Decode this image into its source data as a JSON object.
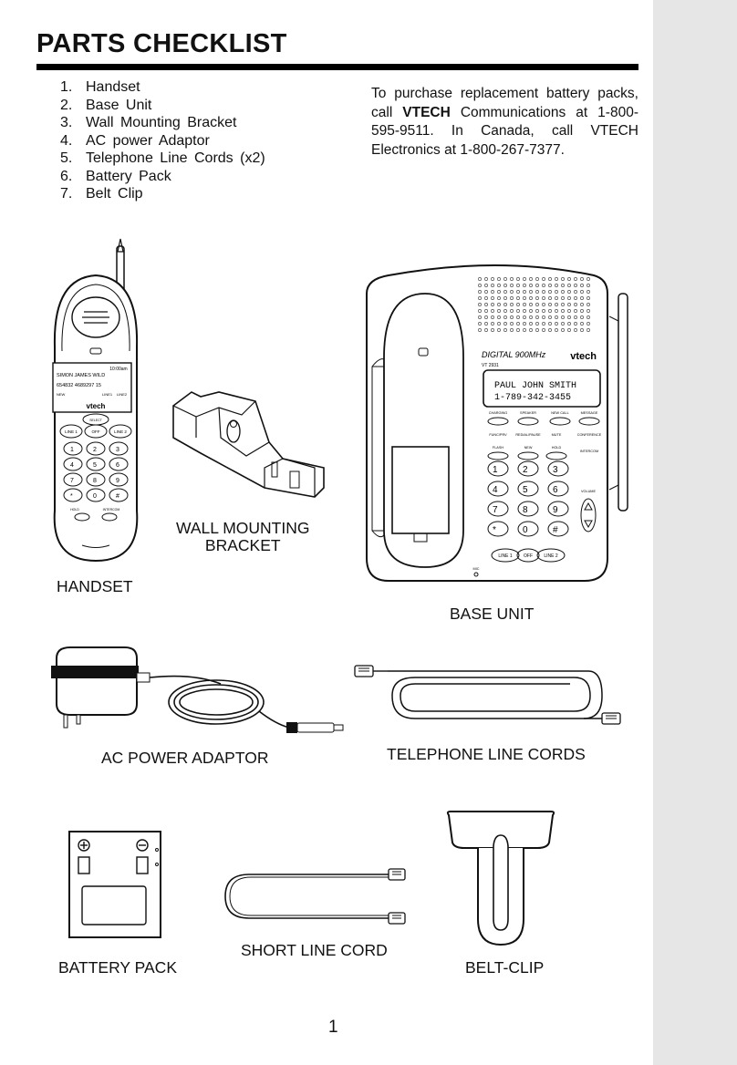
{
  "heading": "PARTS CHECKLIST",
  "checklist": [
    {
      "num": "1.",
      "label": "Handset"
    },
    {
      "num": "2.",
      "label": "Base Unit"
    },
    {
      "num": "3.",
      "label": "Wall Mounting Bracket"
    },
    {
      "num": "4.",
      "label": "AC power Adaptor"
    },
    {
      "num": "5.",
      "label": "Telephone Line Cords (x2)"
    },
    {
      "num": "6.",
      "label": "Battery Pack"
    },
    {
      "num": "7.",
      "label": "Belt Clip"
    }
  ],
  "purchase_note": {
    "part1": "To purchase replacement battery packs, call ",
    "brand": "VTECH",
    "part2": " Communications at 1-800-595-9511. In Canada, call VTECH Electronics at 1-800-267-7377."
  },
  "captions": {
    "handset": "HANDSET",
    "wall_bracket_line1": "WALL MOUNTING",
    "wall_bracket_line2": "BRACKET",
    "base_unit": "BASE UNIT",
    "ac_adaptor": "AC POWER ADAPTOR",
    "line_cords": "TELEPHONE LINE CORDS",
    "battery_pack": "BATTERY PACK",
    "short_cord": "SHORT LINE CORD",
    "belt_clip": "BELT-CLIP"
  },
  "handset_display": {
    "time": "10:00am",
    "name": "SIMON JAMES WILD",
    "number": "654832 4689297 15",
    "status_new": "NEW",
    "status_line1": "LINE1",
    "status_line2": "LINE2",
    "brand": "vtech",
    "select": "SELECT",
    "line1": "LINE 1",
    "off": "OFF",
    "line2": "LINE 2",
    "keys": [
      "1",
      "2",
      "3",
      "4",
      "5",
      "6",
      "7",
      "8",
      "9",
      "*",
      "0",
      "#"
    ],
    "bottom_labels": [
      "HOLD",
      "INTERCOM"
    ]
  },
  "base_display": {
    "brand": "vtech",
    "band": "DIGITAL 900MHz",
    "model": "VT 2931",
    "name": "PAUL JOHN SMITH",
    "number": "1-789-342-3455",
    "labels": [
      "CHARGING",
      "SPEAKER",
      "NEW CALL",
      "MESSAGE",
      "FUNC/PRV",
      "REDIAL/PAUSE",
      "MUTE",
      "CONFERENCE",
      "FLASH",
      "NEW",
      "HOLD",
      "INTERCOM",
      "VOLUME",
      "MIC"
    ],
    "keys": [
      "1",
      "2",
      "3",
      "4",
      "5",
      "6",
      "7",
      "8",
      "9",
      "*",
      "0",
      "#"
    ],
    "line1": "LINE 1",
    "off": "OFF",
    "line2": "LINE 2"
  },
  "page_number": "1"
}
